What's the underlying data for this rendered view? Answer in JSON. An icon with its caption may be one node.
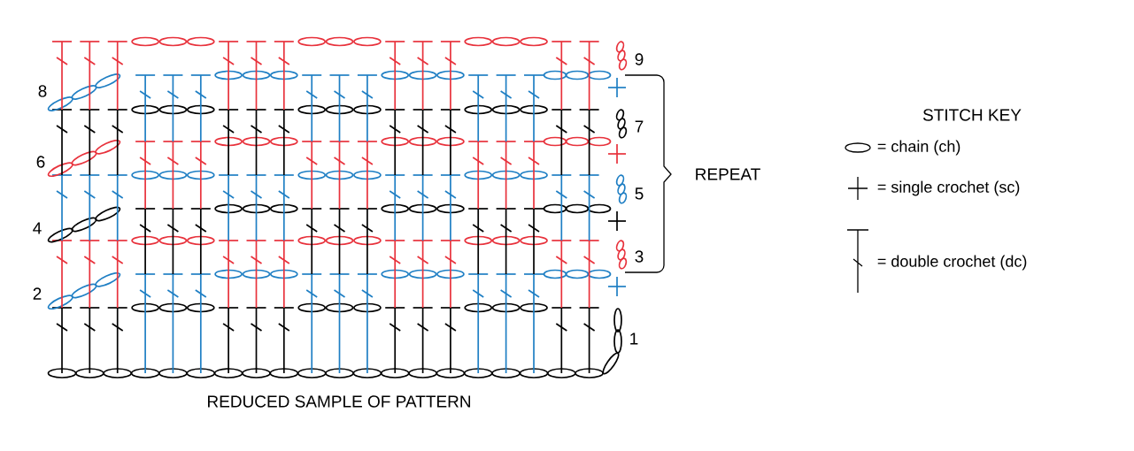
{
  "diagram": {
    "caption": "REDUCED SAMPLE OF PATTERN",
    "labels": [
      "9",
      "STITCH KEY",
      "8",
      "7",
      "6",
      "REPEAT",
      "5",
      "4",
      "3",
      "2",
      "1"
    ],
    "legend": [
      {
        "text": "= chain (ch)"
      },
      {
        "text": "= single crochet (sc)"
      },
      {
        "text": "= double crochet (dc)"
      }
    ]
  }
}
